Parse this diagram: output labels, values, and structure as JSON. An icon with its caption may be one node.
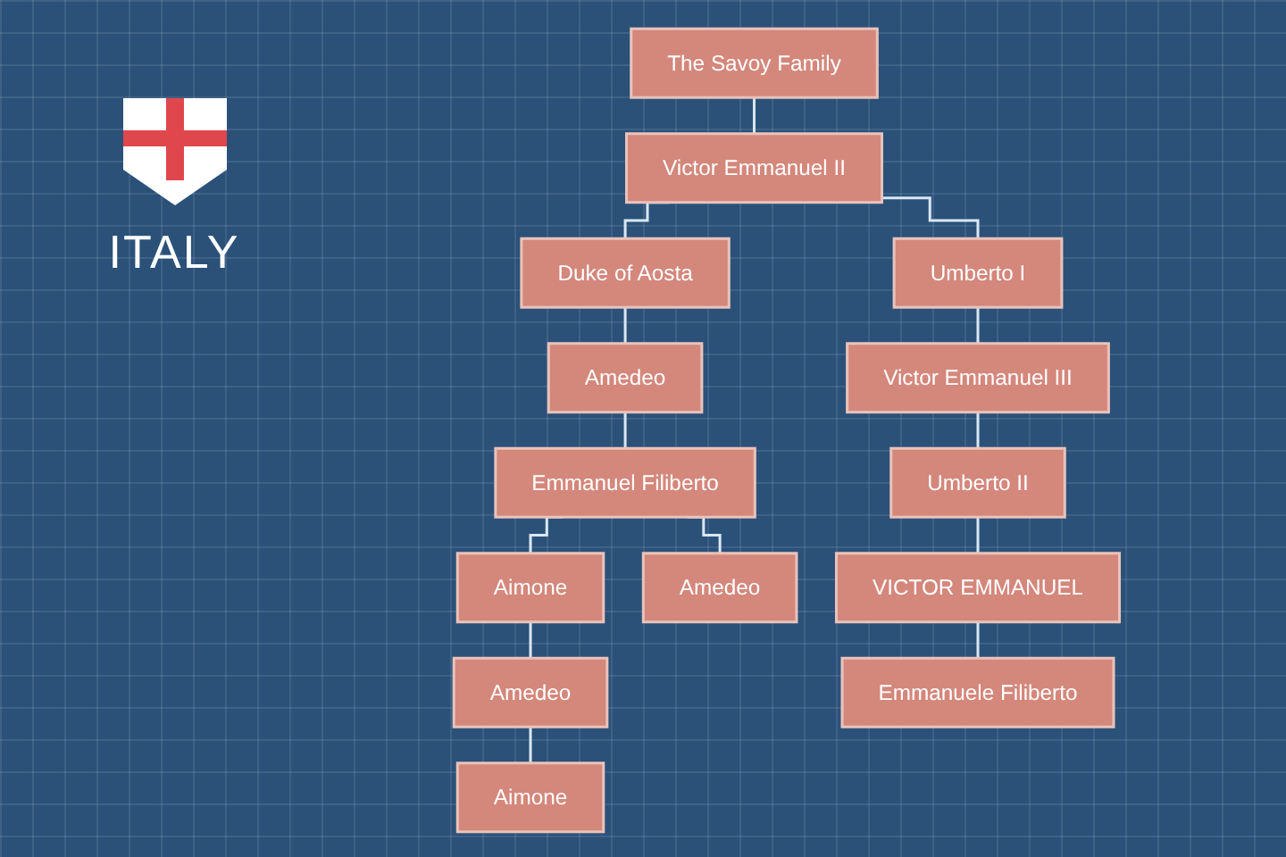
{
  "diagram": {
    "nodes": [
      {
        "text": [
          "The Savoy Family"
        ]
      },
      {
        "text": [
          "Victor Emmanuel II"
        ]
      },
      {
        "text": [
          "Duke of Aosta"
        ]
      },
      {
        "text": [
          "Umberto I"
        ]
      },
      {
        "text": [
          "Amedeo"
        ]
      },
      {
        "text": [
          "Victor Emmanuel III"
        ]
      },
      {
        "text": [
          "Emmanuel Filiberto"
        ]
      },
      {
        "text": [
          "Umberto II"
        ]
      },
      {
        "text": [
          "Aimone"
        ]
      },
      {
        "text": [
          "Amedeo"
        ]
      },
      {
        "text": [
          "VICTOR EMMANUEL"
        ]
      },
      {
        "text": [
          "Amedeo"
        ]
      },
      {
        "text": [
          "Emmanuele Filiberto"
        ]
      },
      {
        "text": [
          "Aimone"
        ]
      }
    ],
    "edges": [
      {
        "from": 0,
        "to": 1,
        "arrow": "none"
      },
      {
        "from": 1,
        "to": 2,
        "arrow": "none"
      },
      {
        "from": 1,
        "to": 3,
        "arrow": "none"
      },
      {
        "from": 2,
        "to": 4,
        "arrow": "none"
      },
      {
        "from": 3,
        "to": 5,
        "arrow": "none"
      },
      {
        "from": 4,
        "to": 6,
        "arrow": "none"
      },
      {
        "from": 5,
        "to": 7,
        "arrow": "none"
      },
      {
        "from": 6,
        "to": 8,
        "arrow": "none"
      },
      {
        "from": 6,
        "to": 9,
        "arrow": "none"
      },
      {
        "from": 7,
        "to": 10,
        "arrow": "none"
      },
      {
        "from": 8,
        "to": 11,
        "arrow": "none"
      },
      {
        "from": 10,
        "to": 12,
        "arrow": "none"
      },
      {
        "from": 11,
        "to": 13,
        "arrow": "none"
      }
    ],
    "labels": [
      "ITALY"
    ]
  }
}
